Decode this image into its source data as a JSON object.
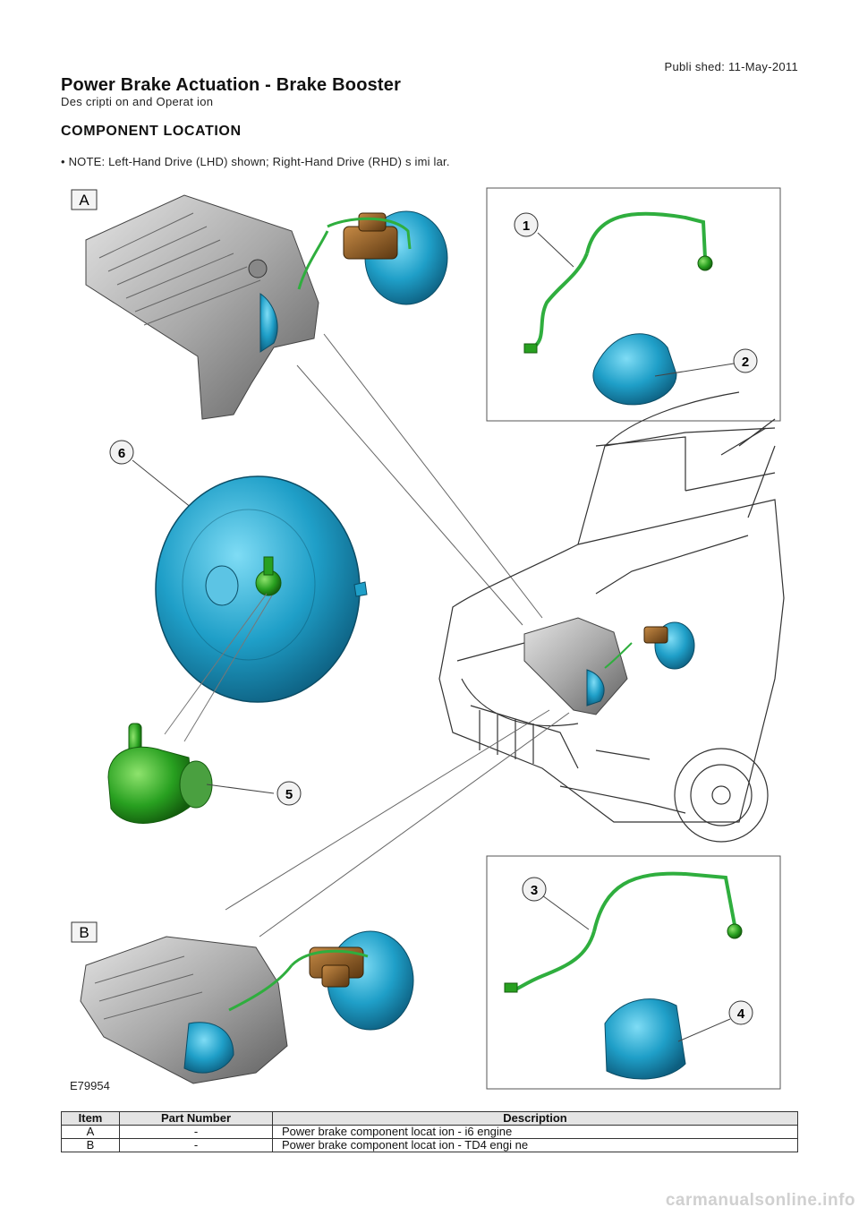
{
  "header": {
    "published": "Publi shed: 11-May-2011",
    "title": "Power Brake Actuation - Brake Booster",
    "subtitle": "Des cripti on and Operat ion"
  },
  "section_title": "COMPONENT LOCATION",
  "note": "• NOTE: Left-Hand Drive (LHD) shown; Right-Hand Drive (RHD) s imi lar.",
  "figure": {
    "label_a": "A",
    "label_b": "B",
    "callouts": [
      "1",
      "2",
      "3",
      "4",
      "5",
      "6"
    ],
    "figure_id": "E79954",
    "colors": {
      "booster": "#1f9fc8",
      "hose": "#2fae3e",
      "valve": "#28a020",
      "master_cylinder": "#8a5a22",
      "engine": "#b8b8b8"
    }
  },
  "table": {
    "headers": [
      "Item",
      "Part Number",
      "Description"
    ],
    "rows": [
      [
        "A",
        "-",
        "Power brake component locat ion - i6 engine"
      ],
      [
        "B",
        "-",
        "Power brake component locat ion - TD4 engi ne"
      ]
    ]
  },
  "footer": "carmanualsonline.info"
}
